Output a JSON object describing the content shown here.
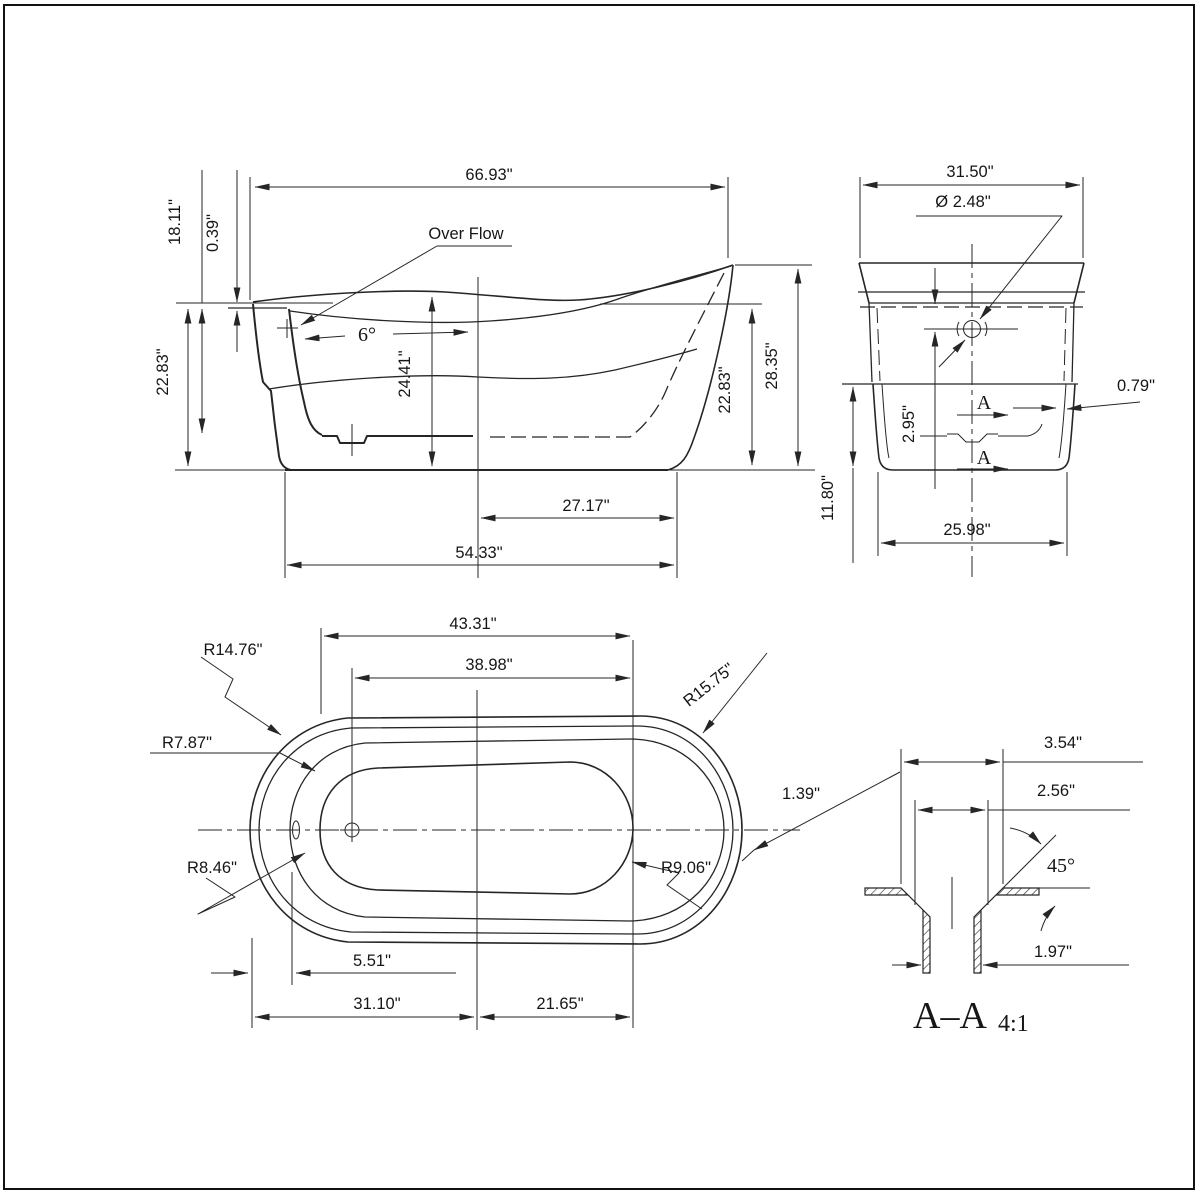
{
  "drawing_type": "bathtub technical dimension drawing",
  "colors": {
    "ink": "#262626",
    "text": "#161616",
    "background": "#ffffff"
  },
  "views": {
    "side": {
      "overall_length": "66.93\"",
      "inner_depth": "18.11\"",
      "lip_thickness": "0.39\"",
      "overflow_label": "Over Flow",
      "wall_angle": "6°",
      "height_left": "22.83\"",
      "rim_height": "24.41\"",
      "height_right": "22.83\"",
      "back_height": "28.35\"",
      "drain_offset": "27.17\"",
      "base_length": "54.33\""
    },
    "end": {
      "overall_width": "31.50\"",
      "drain_diameter": "Ø 2.48\"",
      "drain_height": "2.95\"",
      "section_marker": "A",
      "wall_thickness": "0.79\"",
      "base_height": "11.80\"",
      "base_width": "25.98\""
    },
    "top": {
      "rim_length": "43.31\"",
      "basin_length": "38.98\"",
      "radius_outer_left": "R14.76\"",
      "radius_rim_left": "R7.87\"",
      "radius_basin_left": "R8.46\"",
      "radius_outer_right": "R15.75\"",
      "radius_basin_right": "R9.06\"",
      "rim_width": "1.39\"",
      "overflow_offset": "5.51\"",
      "drain_from_left": "31.10\"",
      "drain_from_right": "21.65\""
    },
    "section": {
      "flange_od": "3.54\"",
      "flange_id": "2.56\"",
      "chamfer_angle": "45°",
      "tube_od": "1.97\"",
      "title": "A–A",
      "scale": "4:1"
    }
  }
}
